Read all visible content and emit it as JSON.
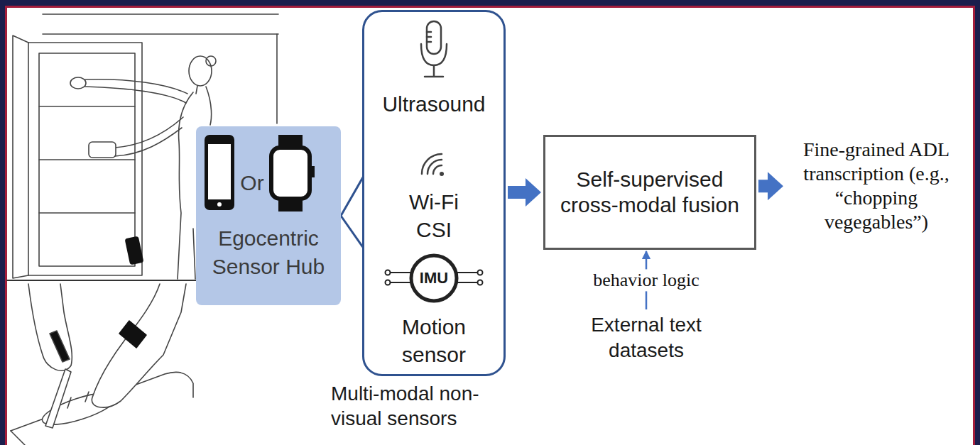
{
  "diagram": {
    "nodes": [
      {
        "text": [
          "Or",
          "Egocentric Sensor Hub"
        ]
      },
      {
        "text": [
          "Ultrasound",
          "Wi-Fi CSI",
          "IMU",
          "Motion sensor",
          "Multi-modal non-visual sensors"
        ]
      },
      {
        "text": [
          "Self-supervised cross-modal fusion"
        ]
      },
      {
        "text": [
          "External text datasets"
        ]
      },
      {
        "text": [
          "Fine-grained ADL transcription (e.g., “chopping vegegables”)"
        ]
      }
    ],
    "edges": [
      {
        "from": 0,
        "to": 1,
        "arrow": "none"
      },
      {
        "from": 1,
        "to": 2,
        "arrow": "to"
      },
      {
        "from": 2,
        "to": 4,
        "arrow": "to"
      },
      {
        "from": 3,
        "to": 2,
        "label": "behavior logic",
        "arrow": "to"
      }
    ]
  }
}
